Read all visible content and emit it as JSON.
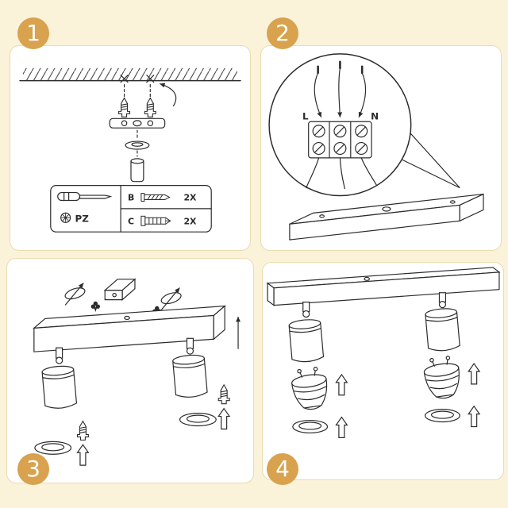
{
  "palette": {
    "background": "#fbf2da",
    "panel_background": "#ffffff",
    "panel_border": "#eadbb0",
    "badge": "#d8a24e",
    "badge_text": "#ffffff",
    "line": "#2b2b2b"
  },
  "steps": [
    {
      "number": "1"
    },
    {
      "number": "2"
    },
    {
      "number": "3"
    },
    {
      "number": "4"
    }
  ],
  "step1": {
    "tool_label": "PZ",
    "parts": [
      {
        "id": "B",
        "qty": "2X"
      },
      {
        "id": "C",
        "qty": "2X"
      }
    ]
  },
  "step2": {
    "terminals": {
      "live": "L",
      "neutral": "N"
    }
  }
}
